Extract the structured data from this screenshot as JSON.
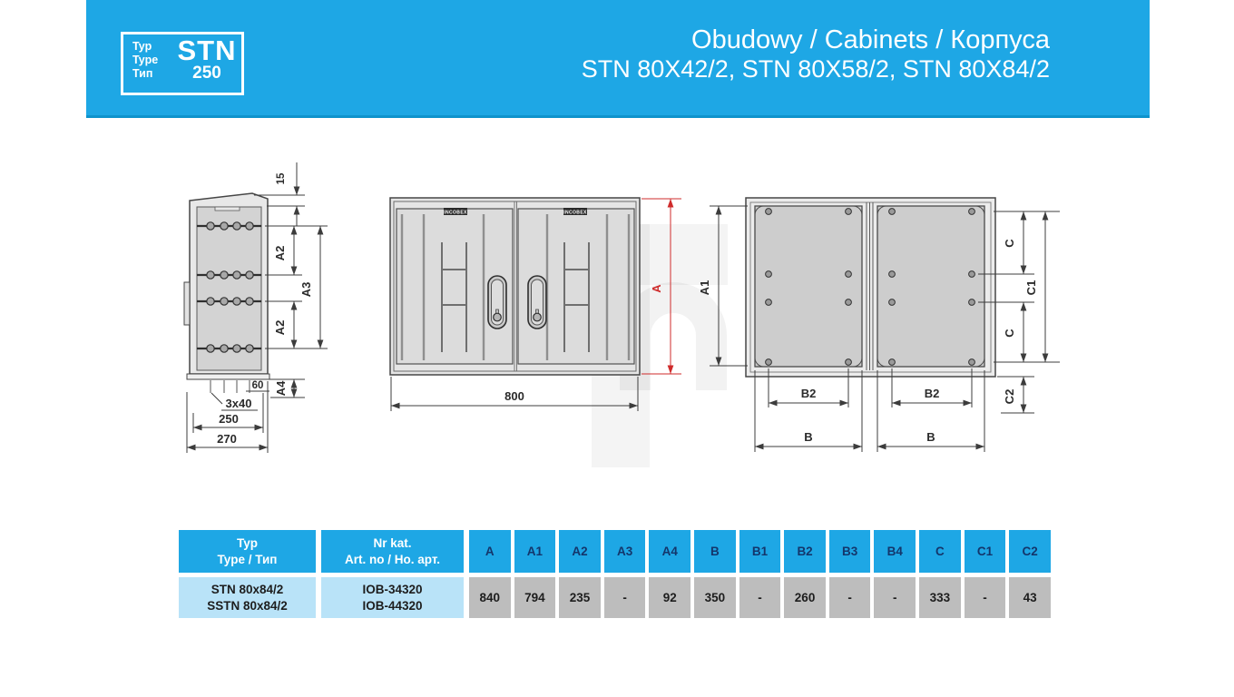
{
  "header": {
    "type_box": {
      "labels": [
        "Typ",
        "Type",
        "Тип"
      ],
      "series_name": "STN",
      "series_size": "250"
    },
    "title_line1": "Obudowy / Cabinets / Корпуса",
    "title_line2": "STN 80X42/2, STN 80X58/2, STN 80X84/2"
  },
  "colors": {
    "band_blue": "#1ea7e5",
    "accent_red": "#cf2b2b",
    "table_value_red": "#d43434",
    "light_blue_cell": "#b9e3f8",
    "grey_cell": "#bdbdbd"
  },
  "drawings": {
    "brand": "INCOBEX",
    "side_view": {
      "roof_offset": "15",
      "a2_top": "A2",
      "a3": "A3",
      "a2_bottom": "A2",
      "a4": "A4",
      "edge_offset": "60",
      "hole_spacing": "3x40",
      "depth_inner": "250",
      "depth_outer": "270"
    },
    "front_view": {
      "width": "800",
      "height_label": "A"
    },
    "rear_view": {
      "height_label": "A1",
      "c_upper": "C",
      "c1": "C1",
      "c_lower": "C",
      "c2": "C2",
      "b2_left": "B2",
      "b2_right": "B2",
      "b_left": "B",
      "b_right": "B"
    }
  },
  "table": {
    "col1_header": [
      "Typ",
      "Type / Тип"
    ],
    "col2_header": [
      "Nr kat.",
      "Art. no / Но. арт."
    ],
    "dim_headers": [
      "A",
      "A1",
      "A2",
      "A3",
      "A4",
      "B",
      "B1",
      "B2",
      "B3",
      "B4",
      "C",
      "C1",
      "C2"
    ],
    "row": {
      "type_lines": [
        "STN 80x84/2",
        "SSTN 80x84/2"
      ],
      "art_no_lines": [
        "IOB-34320",
        "IOB-44320"
      ],
      "values": [
        "840",
        "794",
        "235",
        "-",
        "92",
        "350",
        "-",
        "260",
        "-",
        "-",
        "333",
        "-",
        "43"
      ]
    }
  }
}
